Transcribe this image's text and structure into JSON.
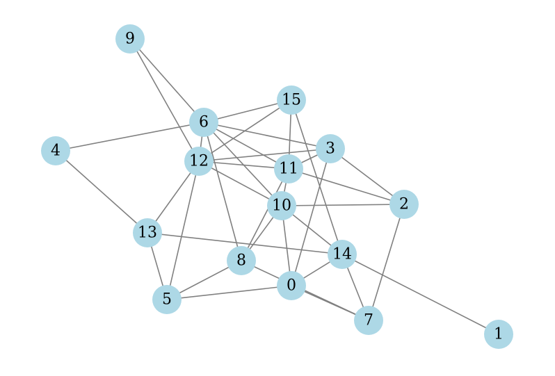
{
  "colors": {
    "node_fill": "#add8e6",
    "edge": "#808080",
    "label": "#000000",
    "background": "#ffffff"
  },
  "nodes": [
    {
      "id": "0",
      "label": "0"
    },
    {
      "id": "1",
      "label": "1"
    },
    {
      "id": "2",
      "label": "2"
    },
    {
      "id": "3",
      "label": "3"
    },
    {
      "id": "4",
      "label": "4"
    },
    {
      "id": "5",
      "label": "5"
    },
    {
      "id": "6",
      "label": "6"
    },
    {
      "id": "7",
      "label": "7"
    },
    {
      "id": "8",
      "label": "8"
    },
    {
      "id": "9",
      "label": "9"
    },
    {
      "id": "10",
      "label": "10"
    },
    {
      "id": "11",
      "label": "11"
    },
    {
      "id": "12",
      "label": "12"
    },
    {
      "id": "13",
      "label": "13"
    },
    {
      "id": "14",
      "label": "14"
    },
    {
      "id": "15",
      "label": "15"
    }
  ],
  "edges": [
    [
      "9",
      "6"
    ],
    [
      "9",
      "12"
    ],
    [
      "6",
      "15"
    ],
    [
      "6",
      "4"
    ],
    [
      "6",
      "3"
    ],
    [
      "6",
      "11"
    ],
    [
      "6",
      "10"
    ],
    [
      "6",
      "8"
    ],
    [
      "6",
      "12"
    ],
    [
      "15",
      "12"
    ],
    [
      "15",
      "11"
    ],
    [
      "15",
      "14"
    ],
    [
      "12",
      "3"
    ],
    [
      "12",
      "11"
    ],
    [
      "12",
      "10"
    ],
    [
      "12",
      "13"
    ],
    [
      "12",
      "5"
    ],
    [
      "3",
      "11"
    ],
    [
      "3",
      "2"
    ],
    [
      "3",
      "0"
    ],
    [
      "11",
      "2"
    ],
    [
      "11",
      "10"
    ],
    [
      "11",
      "8"
    ],
    [
      "10",
      "2"
    ],
    [
      "10",
      "8"
    ],
    [
      "10",
      "0"
    ],
    [
      "10",
      "14"
    ],
    [
      "4",
      "13"
    ],
    [
      "13",
      "14"
    ],
    [
      "13",
      "5"
    ],
    [
      "14",
      "0"
    ],
    [
      "14",
      "7"
    ],
    [
      "14",
      "1"
    ],
    [
      "2",
      "7"
    ],
    [
      "8",
      "5"
    ],
    [
      "8",
      "7"
    ],
    [
      "0",
      "5"
    ],
    [
      "0",
      "7"
    ]
  ]
}
